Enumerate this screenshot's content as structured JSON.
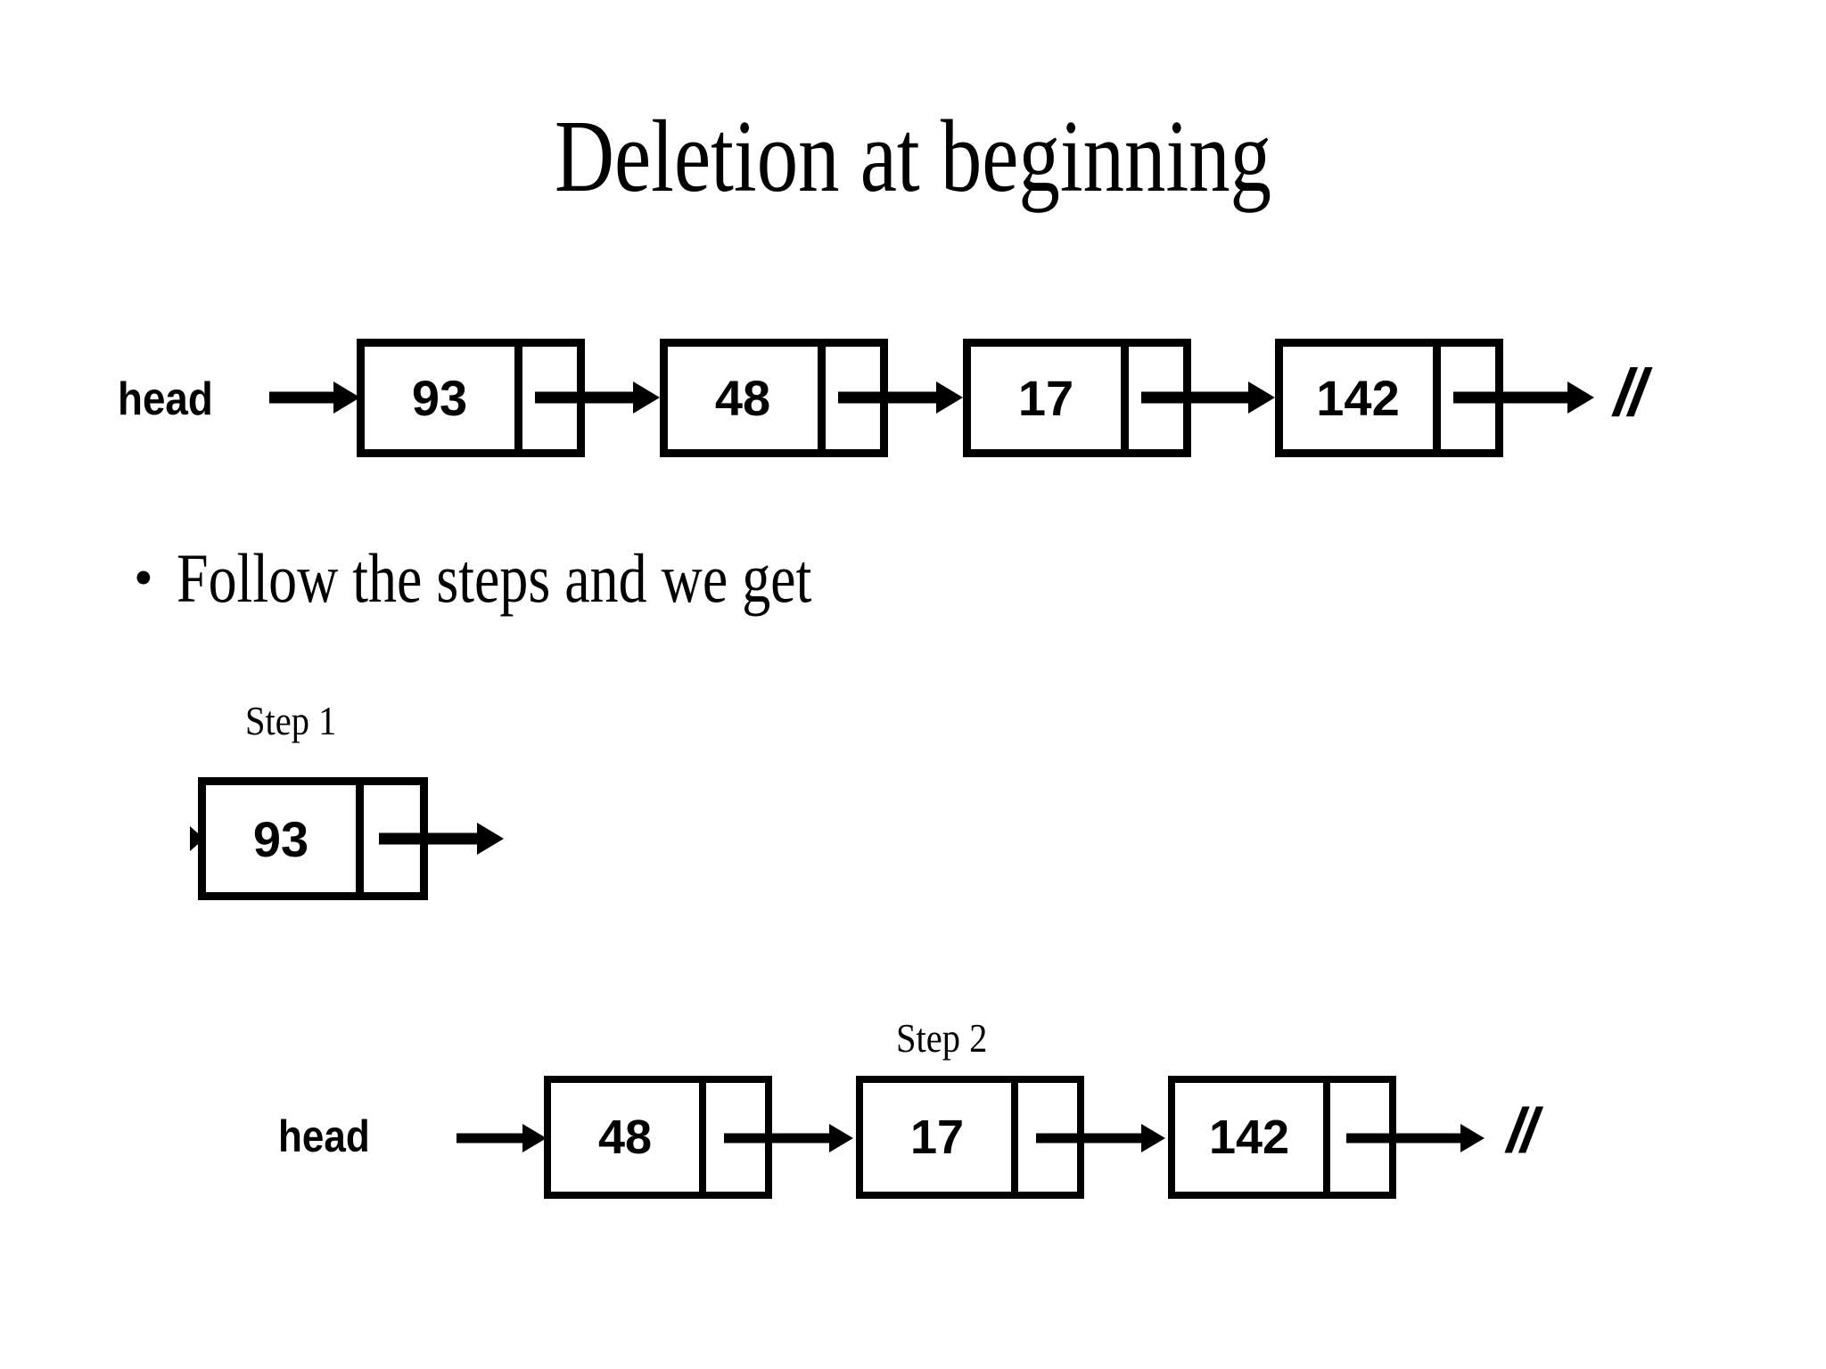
{
  "slide": {
    "title": "Deletion at beginning",
    "background_color": "#ffffff",
    "ink_color": "#000000"
  },
  "bullet": {
    "marker": "•",
    "text": "Follow the steps and we get"
  },
  "lists": {
    "before": {
      "caption": "",
      "head_label": "head",
      "nodes": [
        {
          "value": "93"
        },
        {
          "value": "48"
        },
        {
          "value": "17"
        },
        {
          "value": "142"
        }
      ],
      "terminator": "//"
    },
    "step1": {
      "caption": "Step 1",
      "head_label": "",
      "nodes": [
        {
          "value": "93"
        }
      ],
      "terminator": ""
    },
    "step2": {
      "caption": "Step 2",
      "head_label": "head",
      "nodes": [
        {
          "value": "48"
        },
        {
          "value": "17"
        },
        {
          "value": "142"
        }
      ],
      "terminator": "//"
    }
  }
}
